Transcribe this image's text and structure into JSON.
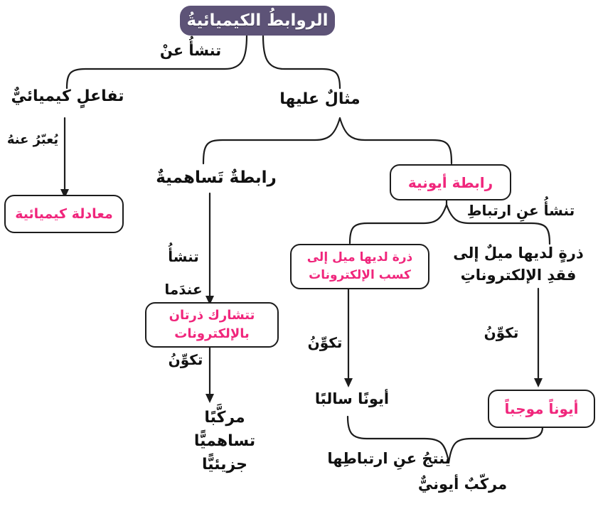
{
  "colors": {
    "purple": "#5d5377",
    "pink": "#f0267c",
    "line": "#1c1c1c"
  },
  "title": "الروابطُ الكيميائيةُ",
  "edges": {
    "arise_from": "تنشأُ عنْ",
    "expressed_by": "يُعبّرُ عنهُ",
    "example_of": "مثالٌ عليها",
    "arise_from_bonding": "تنشأُ عنِ ارتباطِ",
    "arises": "تنشأُ",
    "when": "عندَما",
    "forms_covalent": "تكوِّنُ",
    "forms_negative": "تكوِّنُ",
    "forms_positive": "تكوِّنُ",
    "results_from_bonding": "ينتجُ عنِ ارتباطِها"
  },
  "nodes": {
    "chemical_reaction": "تفاعلٍ كيميائيٌّ",
    "chemical_equation": "معادلة كيميائية",
    "covalent_bond": "رابطةٌ تَساهميةٌ",
    "ionic_bond": "رابطة أيونية",
    "gain_atom_line1": "ذرة لديها ميل إلى",
    "gain_atom_line2": "كسب الإلكترونات",
    "lose_atom_line1": "ذرةٍ لديها ميلٌ إلى",
    "lose_atom_line2": "فقدِ الإلكتروناتِ",
    "share_atoms_line1": "تتشارك ذرتان",
    "share_atoms_line2": "بالإلكترونات",
    "covalent_compound_line1": "مركَّبًا",
    "covalent_compound_line2": "تساهميًّا",
    "covalent_compound_line3": "جزيئيًّا",
    "negative_ion": "أيونًا سالبًا",
    "positive_ion": "أيوناً موجباً",
    "ionic_compound": "مركّبٌ أيونيٌّ"
  }
}
